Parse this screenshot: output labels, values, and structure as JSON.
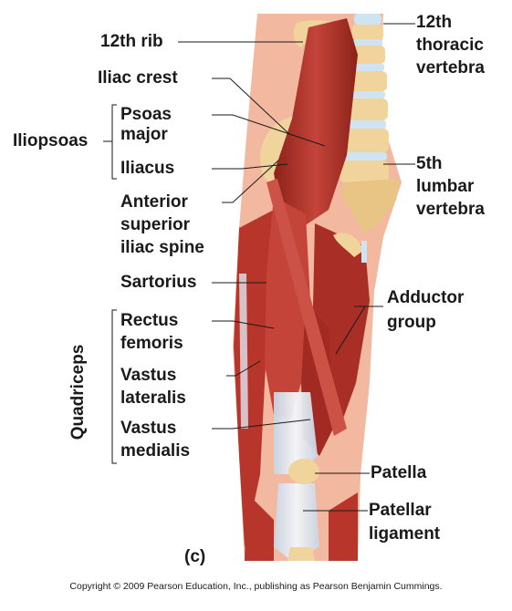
{
  "labels": {
    "rib12": "12th rib",
    "iliac_crest": "Iliac crest",
    "iliopsoas": "Iliopsoas",
    "psoas_line1": "Psoas",
    "psoas_line2": "major",
    "iliacus": "Iliacus",
    "asis_line1": "Anterior",
    "asis_line2": "superior",
    "asis_line3": "iliac spine",
    "sartorius": "Sartorius",
    "quadriceps": "Quadriceps",
    "rectus_line1": "Rectus",
    "rectus_line2": "femoris",
    "vlat_line1": "Vastus",
    "vlat_line2": "lateralis",
    "vmed_line1": "Vastus",
    "vmed_line2": "medialis",
    "thoracic_line1": "12th",
    "thoracic_line2": "thoracic",
    "thoracic_line3": "vertebra",
    "lumbar_line1": "5th",
    "lumbar_line2": "lumbar",
    "lumbar_line3": "vertebra",
    "adductor_line1": "Adductor",
    "adductor_line2": "group",
    "patella": "Patella",
    "patellar_line1": "Patellar",
    "patellar_line2": "ligament",
    "panel": "(c)"
  },
  "copyright": "Copyright © 2009 Pearson Education, Inc., publishing as Pearson Benjamin Cummings.",
  "colors": {
    "muscle": "#b8352c",
    "muscle_dark": "#8c2219",
    "skin": "#f2b8a0",
    "bone": "#f0d49c",
    "disc": "#cfe4f2",
    "tendon": "#dfe6ef"
  }
}
